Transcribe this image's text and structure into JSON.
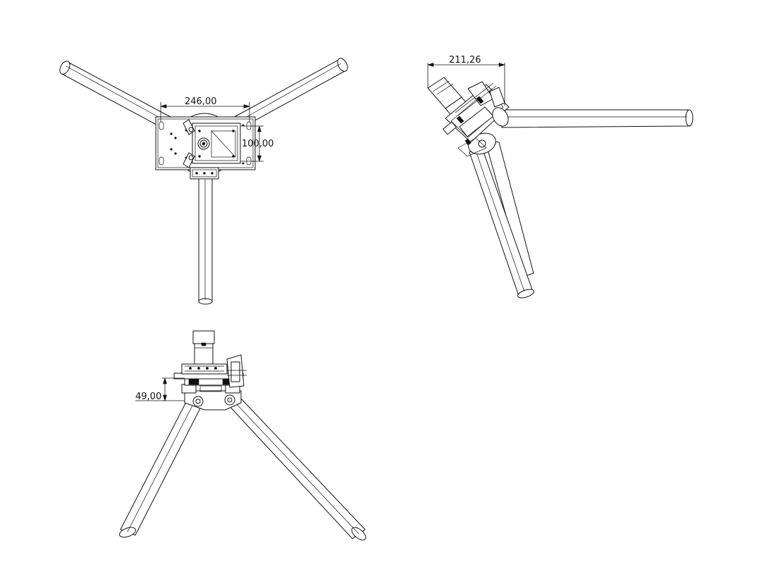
{
  "views": {
    "top": {
      "dim_width": "246,00",
      "dim_height": "100,00"
    },
    "iso": {
      "dim_width": "211,26"
    },
    "front": {
      "dim_height": "49,00"
    }
  },
  "colors": {
    "line": "#111111",
    "background": "#ffffff"
  }
}
